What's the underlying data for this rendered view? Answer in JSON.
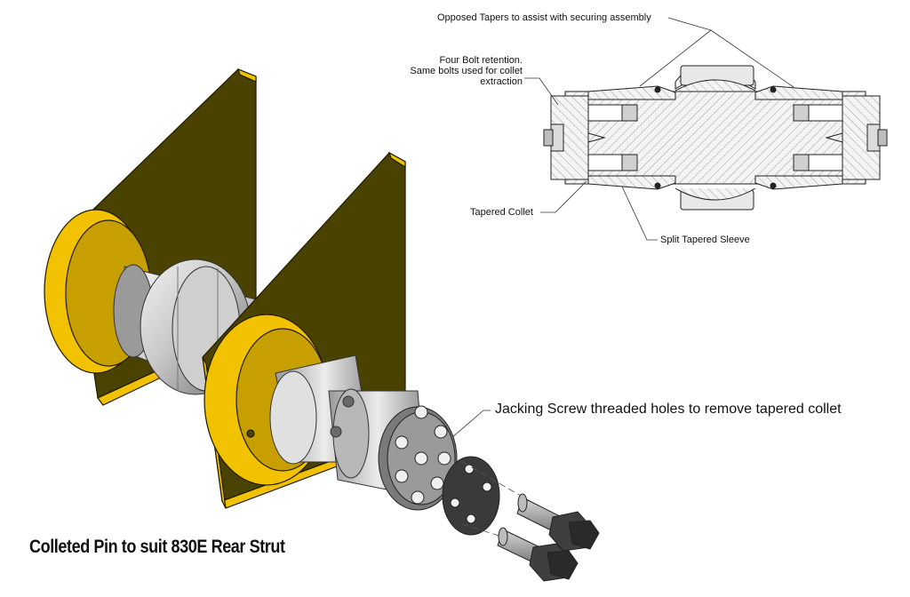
{
  "title": "Colleted Pin to suit 830E Rear Strut",
  "callouts": {
    "opposed_tapers": "Opposed Tapers to assist with securing assembly",
    "four_bolt_line1": "Four Bolt retention.",
    "four_bolt_line2": "Same bolts used for collet",
    "four_bolt_line3": "extraction",
    "tapered_collet": "Tapered Collet",
    "split_sleeve": "Split Tapered Sleeve",
    "jacking_screw": "Jacking Screw threaded holes to remove tapered collet"
  },
  "colors": {
    "bracket_yellow": "#f2c200",
    "bracket_dark": "#4a4200",
    "steel_light": "#e6e6e6",
    "steel_mid": "#a9a9a9",
    "steel_dark": "#555555",
    "hatch": "#888888",
    "line": "#222222"
  }
}
